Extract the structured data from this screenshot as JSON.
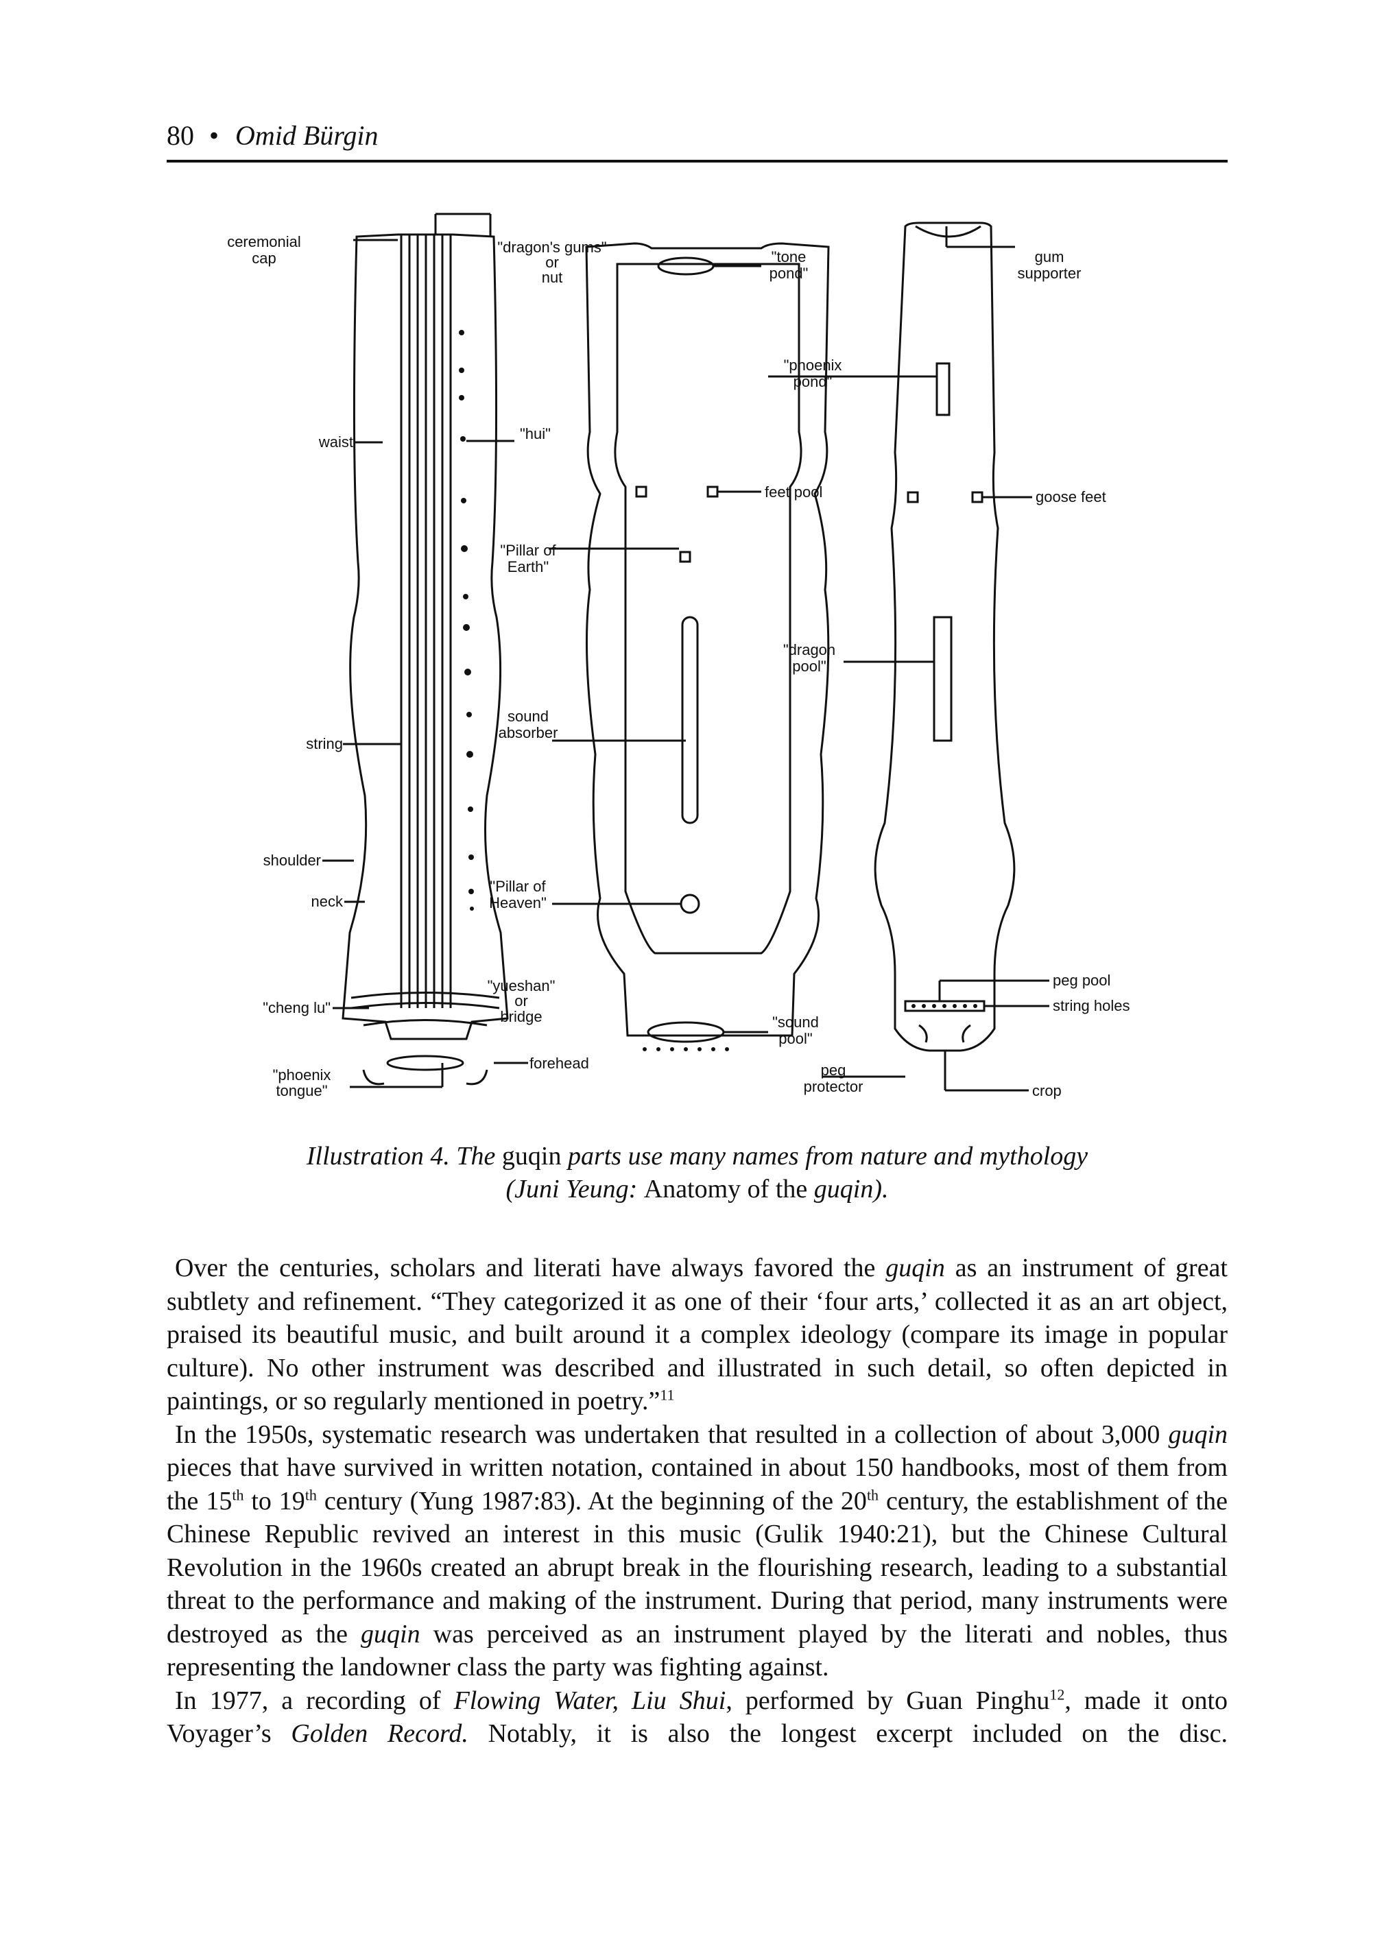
{
  "header": {
    "page_number": "80",
    "separator": "•",
    "author": "Omid Bürgin"
  },
  "figure": {
    "left_labels": {
      "ceremonial_cap": [
        "ceremonial",
        "cap"
      ],
      "waist": "waist",
      "string": "string",
      "shoulder": "shoulder",
      "neck": "neck",
      "cheng_lu": "\"cheng lu\"",
      "phoenix_tongue": [
        "\"phoenix",
        "tongue\""
      ]
    },
    "middle_labels": {
      "dragons_gums": [
        "\"dragon's gums\"",
        "or",
        "nut"
      ],
      "hui": "\"hui\"",
      "pillar_of_earth": [
        "\"Pillar of",
        "Earth\""
      ],
      "sound_absorber": [
        "sound",
        "absorber"
      ],
      "pillar_of_heaven": [
        "\"Pillar of",
        "Heaven\""
      ],
      "yueshan": [
        "\"yueshan\"",
        "or",
        "bridge"
      ],
      "forehead": "forehead",
      "tone_pond": [
        "\"tone",
        "pond\""
      ],
      "phoenix_pond": [
        "\"phoenix",
        "pond\""
      ],
      "feet_pool": "feet pool",
      "dragon_pool": [
        "\"dragon",
        "pool\""
      ],
      "sound_pool": [
        "\"sound",
        "pool\""
      ],
      "peg_protector": [
        "peg",
        "protector"
      ]
    },
    "right_labels": {
      "gum_supporter": [
        "gum",
        "supporter"
      ],
      "goose_feet": "goose feet",
      "peg_pool": "peg pool",
      "string_holes": "string holes",
      "crop": "crop"
    }
  },
  "caption": {
    "line1_a": "Illustration 4. The ",
    "line1_b": "guqin",
    "line1_c": " parts use many names from nature and mythology",
    "line2_a": "(Juni Yeung: ",
    "line2_b": "Anatomy of the ",
    "line2_c": "guqin",
    "line2_d": ")."
  },
  "paragraphs": {
    "p1": {
      "a": "Over the centuries, scholars and literati have always favored the ",
      "b": "guqin",
      "c": " as an instrument of great subtlety and refinement. “They categorized it as one of their ‘four arts,’ collected it as an art object, praised its beautiful music, and built around it a complex ideology (compare its image in popular culture). No other instrument was described and illustrated in such detail, so often depicted in paintings, or so regularly mentioned in poetry.”",
      "fn": "11"
    },
    "p2": {
      "a": "In the 1950s, systematic research was undertaken that resulted in a collection of about 3,000 ",
      "b": "guqin",
      "c": " pieces that have survived in written notation, contained in about 150 handbooks, most of them from the 15",
      "sup1": "th",
      "d": " to 19",
      "sup2": "th",
      "e": " century (Yung 1987:83). At the beginning of the 20",
      "sup3": "th",
      "f": " century, the establishment of the Chinese Republic revived an interest in this music (Gulik 1940:21), but the Chinese Cultural Revolution in the 1960s created an abrupt break in the flourishing research, leading to a substantial threat to the performance and making of the instrument. During that period, many instruments were destroyed as the ",
      "g": "guqin",
      "h": " was perceived as an instrument played by the literati and nobles, thus representing the landowner class the party was fighting against."
    },
    "p3": {
      "a": "In 1977, a recording of ",
      "b": "Flowing Water, Liu Shui",
      "c": ", performed by Guan Pinghu",
      "fn": "12",
      "d": ", made it onto Voyager’s ",
      "e": "Golden Record.",
      "f": " Notably, it is also the longest excerpt included on the disc."
    }
  }
}
